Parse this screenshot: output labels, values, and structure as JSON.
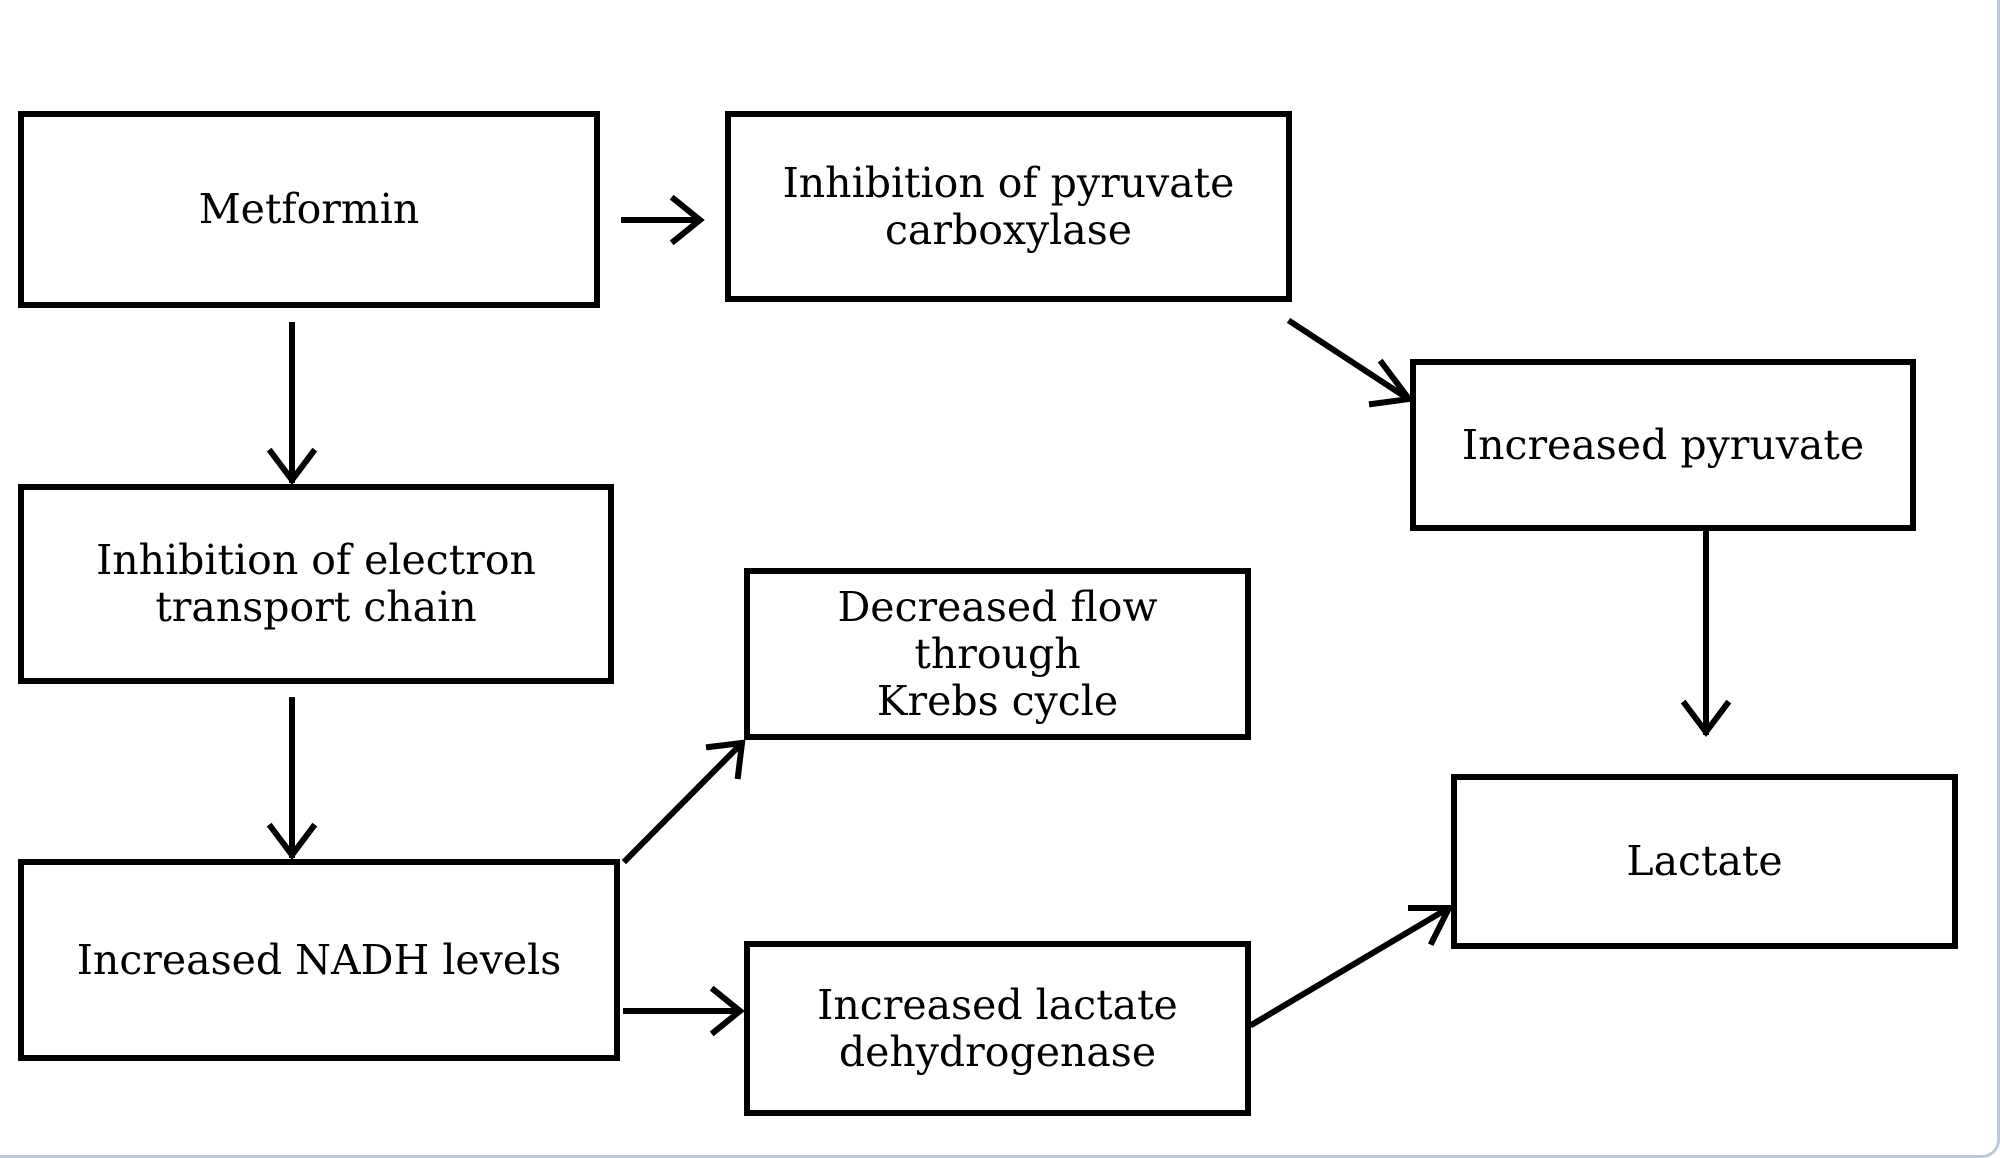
{
  "nodes": {
    "metformin": "Metformin",
    "inhibition_pyruvate_carboxylase": "Inhibition of pyruvate\ncarboxylase",
    "increased_pyruvate": "Increased pyruvate",
    "inhibition_etc": "Inhibition of electron\ntransport chain",
    "decreased_krebs": "Decreased flow through\nKrebs cycle",
    "increased_nadh": "Increased NADH levels",
    "increased_ldh": "Increased lactate\ndehydrogenase",
    "lactate": "Lactate"
  },
  "edges": [
    {
      "from": "metformin",
      "to": "inhibition_pyruvate_carboxylase"
    },
    {
      "from": "inhibition_pyruvate_carboxylase",
      "to": "increased_pyruvate"
    },
    {
      "from": "increased_pyruvate",
      "to": "lactate"
    },
    {
      "from": "metformin",
      "to": "inhibition_etc"
    },
    {
      "from": "inhibition_etc",
      "to": "increased_nadh"
    },
    {
      "from": "increased_nadh",
      "to": "decreased_krebs"
    },
    {
      "from": "increased_nadh",
      "to": "increased_ldh"
    },
    {
      "from": "increased_ldh",
      "to": "lactate"
    }
  ]
}
